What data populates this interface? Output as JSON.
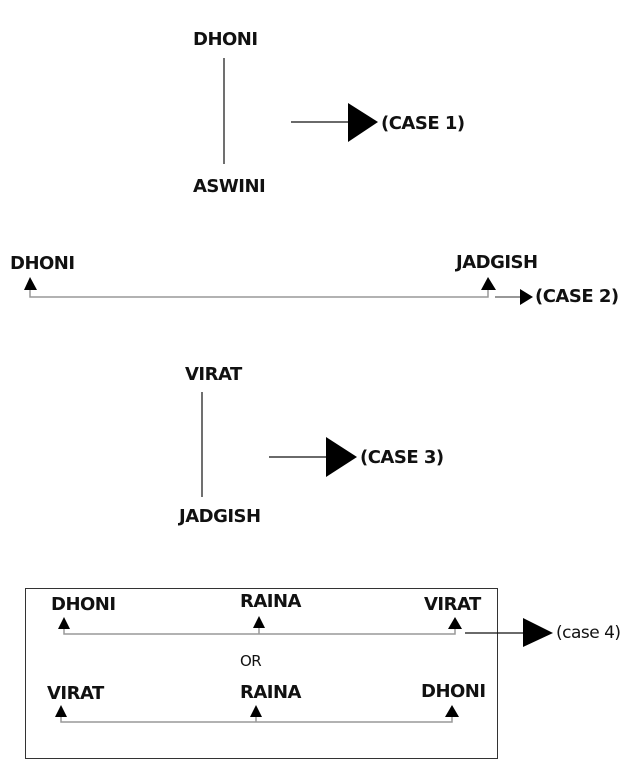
{
  "case1": {
    "top": "DHONI",
    "bottom": "ASWINI",
    "result": "(CASE 1)"
  },
  "case2": {
    "left": "DHONI",
    "right": "JADGISH",
    "result": "(CASE 2)"
  },
  "case3": {
    "top": "VIRAT",
    "bottom": "JADGISH",
    "result": "(CASE 3)"
  },
  "case4": {
    "row1": [
      "DHONI",
      "RAINA",
      "VIRAT"
    ],
    "separator": "OR",
    "row2": [
      "VIRAT",
      "RAINA",
      "DHONI"
    ],
    "result": "(case 4)"
  }
}
